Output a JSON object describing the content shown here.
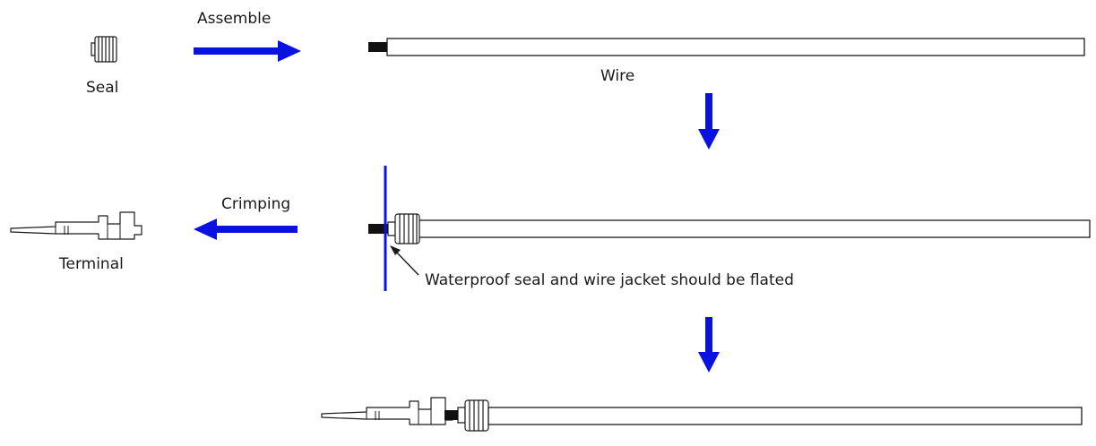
{
  "labels": {
    "seal": "Seal",
    "assemble": "Assemble",
    "wire": "Wire",
    "crimping": "Crimping",
    "terminal": "Terminal",
    "note": "Waterproof seal and wire jacket should be flated"
  },
  "colors": {
    "arrow": "#0a12e0",
    "line": "#1a1a1a",
    "conductor": "#111111",
    "background": "#ffffff"
  }
}
